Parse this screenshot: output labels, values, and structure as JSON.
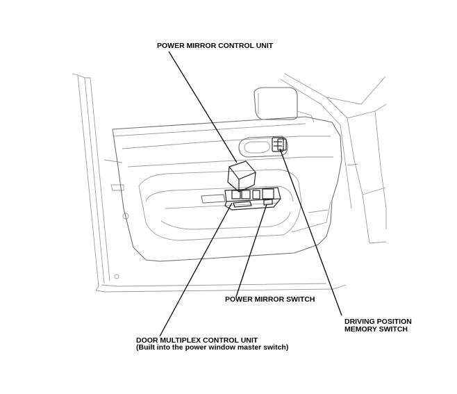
{
  "labels": {
    "power_mirror_control_unit": "POWER MIRROR CONTROL UNIT",
    "power_mirror_switch": "POWER MIRROR SWITCH",
    "driving_position_line1": "DRIVING POSITION",
    "driving_position_line2": "MEMORY SWITCH",
    "door_multiplex_line1": "DOOR MULTIPLEX CONTROL UNIT",
    "door_multiplex_line2": "(Built into the power window master switch)"
  }
}
